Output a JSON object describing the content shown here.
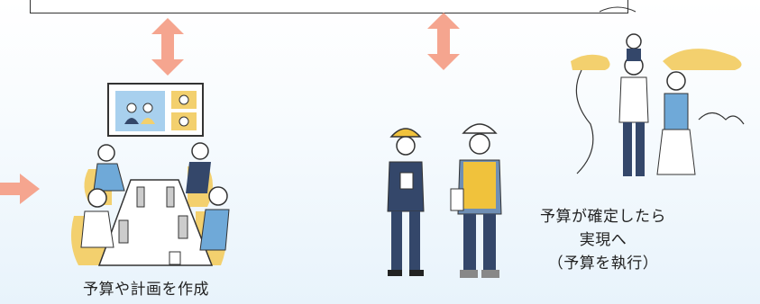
{
  "scenes": {
    "meeting": {
      "caption": "予算や計画を作成"
    },
    "construction": {
      "caption_lines": [
        "予算が確定したら",
        "実現へ",
        "（予算を執行）"
      ]
    }
  },
  "colors": {
    "arrow": "#f5a58f",
    "navy": "#34476a",
    "yellow": "#f3d06e",
    "sky": "#6fa9d8",
    "line": "#333333",
    "vest": "#f0c23c"
  }
}
